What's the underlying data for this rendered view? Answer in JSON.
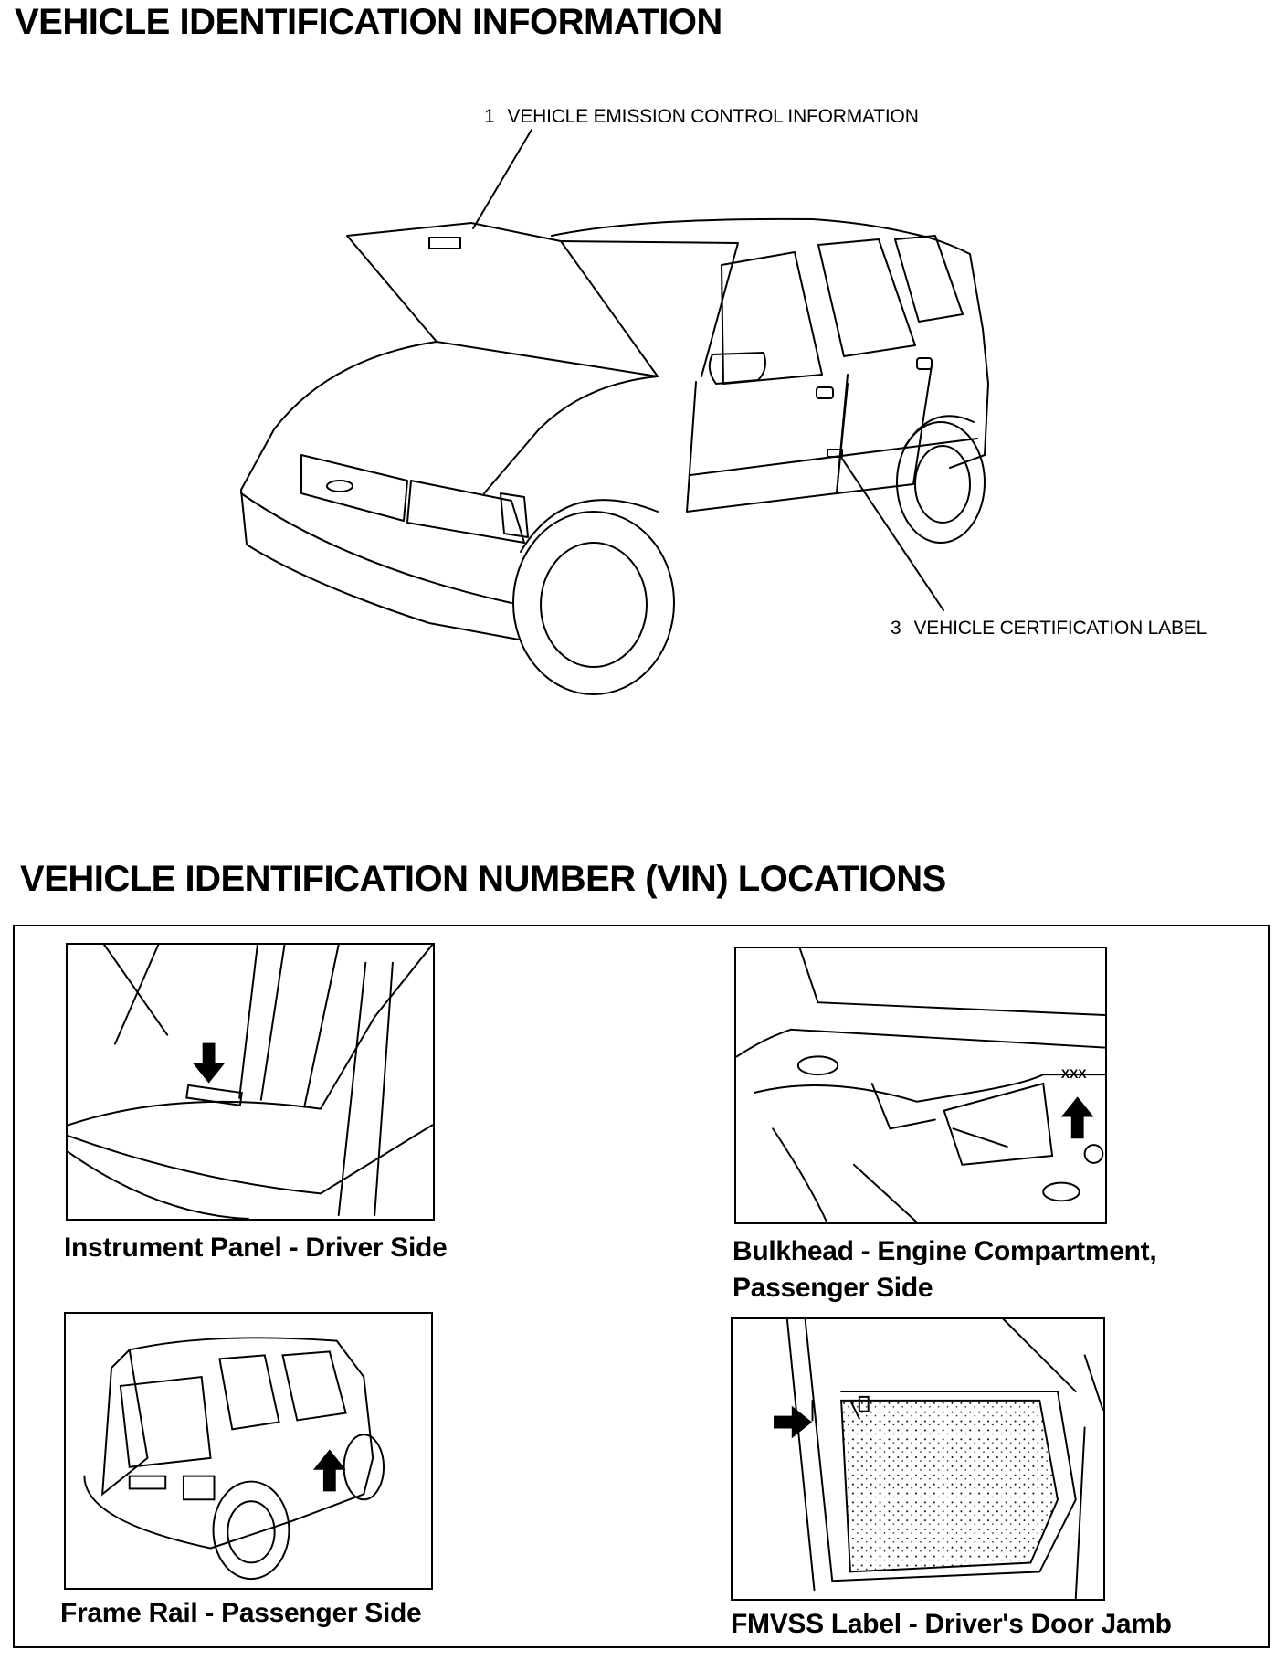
{
  "heading": "VEHICLE IDENTIFICATION INFORMATION",
  "callouts": [
    {
      "number": "1",
      "label": "VEHICLE EMISSION CONTROL INFORMATION"
    },
    {
      "number": "3",
      "label": "VEHICLE CERTIFICATION LABEL"
    }
  ],
  "vin_heading": "VEHICLE IDENTIFICATION NUMBER (VIN) LOCATIONS",
  "vin_locations": [
    {
      "caption": "Instrument Panel - Driver Side"
    },
    {
      "caption": "Bulkhead - Engine Compartment, Passenger Side"
    },
    {
      "caption": "Frame Rail - Passenger Side"
    },
    {
      "caption": "FMVSS Label - Driver's Door Jamb"
    }
  ],
  "bulkhead_mark": "XXX"
}
